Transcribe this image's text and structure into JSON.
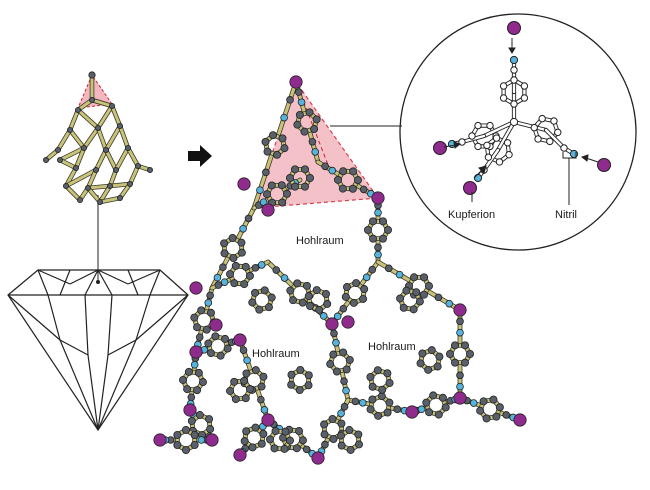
{
  "labels": {
    "cavity_top": "Hohlraum",
    "cavity_left": "Hohlraum",
    "cavity_right": "Hohlraum",
    "copper_ion": "Kupferion",
    "nitrile": "Nitril"
  },
  "colors": {
    "bond": "#c8c27a",
    "bond_outline": "#3a3a2a",
    "carbon": "#59606a",
    "nitrogen": "#56b3dc",
    "copper": "#8e2b8c",
    "highlight_fill": "#f4b7bf",
    "highlight_edge": "#d0202e",
    "zoom_atom": "#ffffff"
  },
  "icons": {
    "arrow": "right-arrow-icon",
    "diamond": "diamond-gem-icon"
  }
}
